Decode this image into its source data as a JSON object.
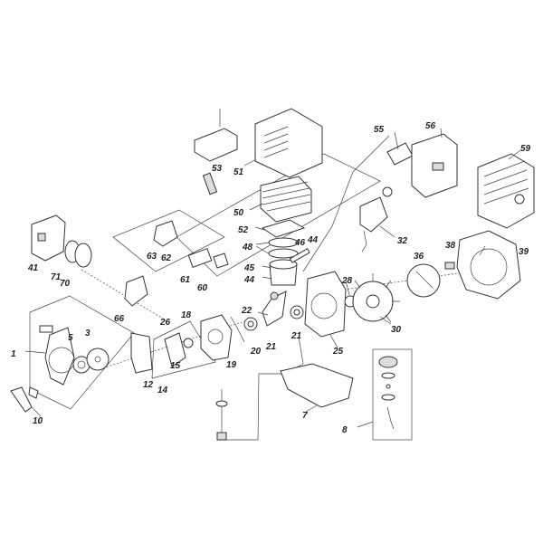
{
  "title": "Engine exploded parts diagram",
  "labels": {
    "p53": "53",
    "p51": "51",
    "p55": "55",
    "p56": "56",
    "p59": "59",
    "p50": "50",
    "p52": "52",
    "p48": "48",
    "p46": "46",
    "p44a": "44",
    "p45": "45",
    "p44b": "44",
    "p32": "32",
    "p38": "38",
    "p36": "36",
    "p39": "39",
    "p63": "63",
    "p62": "62",
    "p61": "61",
    "p60": "60",
    "p41": "41",
    "p71": "71",
    "p70": "70",
    "p66": "66",
    "p28": "28",
    "p30": "30",
    "p22": "22",
    "p26": "26",
    "p18": "18",
    "p20": "20",
    "p21a": "21",
    "p21b": "21",
    "p25": "25",
    "p1": "1",
    "p5": "5",
    "p3": "3",
    "p12": "12",
    "p14": "14",
    "p15": "15",
    "p19": "19",
    "p10": "10",
    "p7": "7",
    "p8": "8"
  }
}
